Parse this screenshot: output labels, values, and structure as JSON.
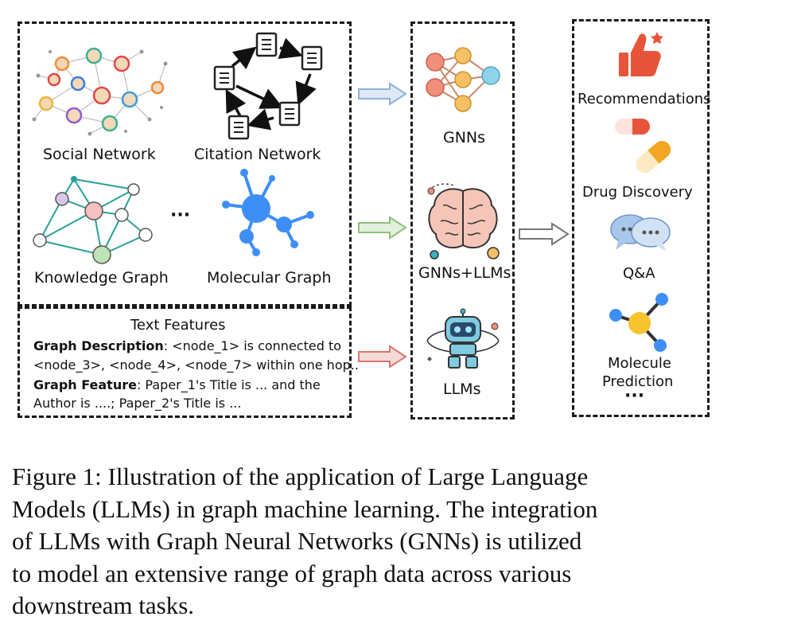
{
  "sources": {
    "social_network": "Social Network",
    "citation_network": "Citation Network",
    "knowledge_graph": "Knowledge Graph",
    "ellipsis": "···",
    "molecular_graph": "Molecular Graph"
  },
  "text_features": {
    "title": "Text Features",
    "line1_bold": "Graph Description",
    "line1_rest": ": <node_1> is connected to",
    "line2": "<node_3>, <node_4>, <node_7> within one hop..",
    "line3_bold": "Graph Feature",
    "line3_rest": ": Paper_1's Title is ... and the",
    "line4": "Author is ....;  Paper_2's Title  is ..."
  },
  "models": {
    "gnns": "GNNs",
    "gnns_llms": "GNNs+LLMs",
    "llms": "LLMs"
  },
  "tasks": {
    "recommendations": "Recommendations",
    "drug_discovery": "Drug Discovery",
    "qa": "Q&A",
    "molecule_line1": "Molecule",
    "molecule_line2": "Prediction",
    "more": "···"
  },
  "caption": {
    "line1": "Figure 1: Illustration of the application of Large Language",
    "line2": "Models (LLMs) in graph machine learning. The integration",
    "line3": "of LLMs with Graph Neural Networks (GNNs) is utilized",
    "line4": "to model an extensive range of graph data across various",
    "line5": "downstream tasks."
  },
  "colors": {
    "arrow_blue": "#8eb0dc",
    "arrow_green": "#8fbf7a",
    "arrow_red": "#d9776f",
    "arrow_grey": "#777777",
    "thumb_red": "#e8543a",
    "molecule_blue": "#3d8ff5",
    "brain_pink": "#f5c6b8"
  }
}
